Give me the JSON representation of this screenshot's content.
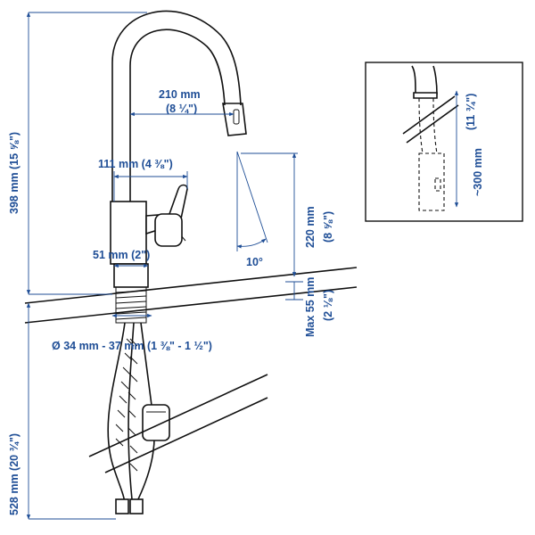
{
  "colors": {
    "dimension": "#1f4e96",
    "line": "#111111",
    "background": "#ffffff"
  },
  "dimensions": {
    "total_height": "398 mm (15 ⅝\")",
    "spout_reach_mm": "210 mm",
    "spout_reach_in": "(8 ¼\")",
    "lever_width": "111 mm (4 ⅜\")",
    "spout_height_mm": "220 mm",
    "spout_height_in": "(8 ⅝\")",
    "angle": "10°",
    "base_diameter": "51 mm (2\")",
    "max_thickness_mm": "Max 55 mm",
    "max_thickness_in": "(2 ⅛\")",
    "hole_diameter": "Ø 34 mm - 37 mm (1 ⅜\" - 1 ½\")",
    "hose_length": "528 mm (20 ¾\")",
    "pullout_mm": "~300 mm",
    "pullout_in": "(11 ¾\")"
  }
}
